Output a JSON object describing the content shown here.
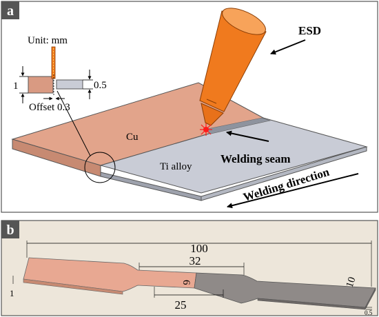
{
  "panel_a": {
    "label": "a",
    "unit_text": "Unit: mm",
    "dim_cu_thickness": "1",
    "dim_ti_thickness": "0.5",
    "offset_text": "Offset 0.3",
    "cu_label": "Cu",
    "ti_label": "Ti alloy",
    "esd_label": "ESD",
    "seam_label": "Welding seam",
    "direction_label": "Welding direction"
  },
  "panel_b": {
    "label": "b",
    "dim_total_length": "100",
    "dim_gauge_length": "32",
    "dim_reduced_section": "25",
    "dim_gauge_width": "6",
    "dim_grip_width": "10",
    "dim_cu_thickness": "1",
    "dim_ti_thickness": "0.5"
  },
  "colors": {
    "copper": "#e2a48b",
    "copper_dark": "#c78a72",
    "titanium": "#c9ccd6",
    "titanium_dark": "#9ea2ad",
    "torch_orange": "#f07a1e",
    "panel_bg_b": "#ede6da"
  }
}
